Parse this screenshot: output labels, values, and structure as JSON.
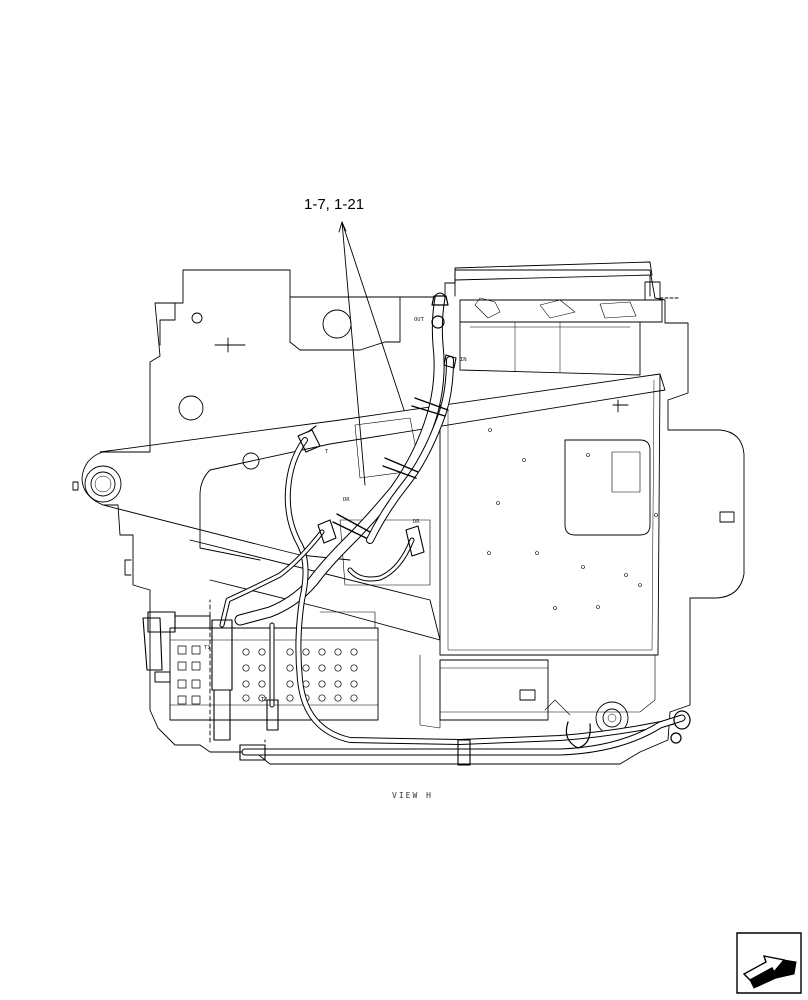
{
  "callout": {
    "label": "1-7, 1-21"
  },
  "view": {
    "caption": "VIEW H"
  },
  "ports": {
    "out": "OUT",
    "in": "IN",
    "t": "T",
    "dr_1": "DR",
    "dr_2": "DR",
    "t1": "T1",
    "t2": "T2"
  },
  "navigation": {
    "icon": "next-page-arrow-icon"
  }
}
